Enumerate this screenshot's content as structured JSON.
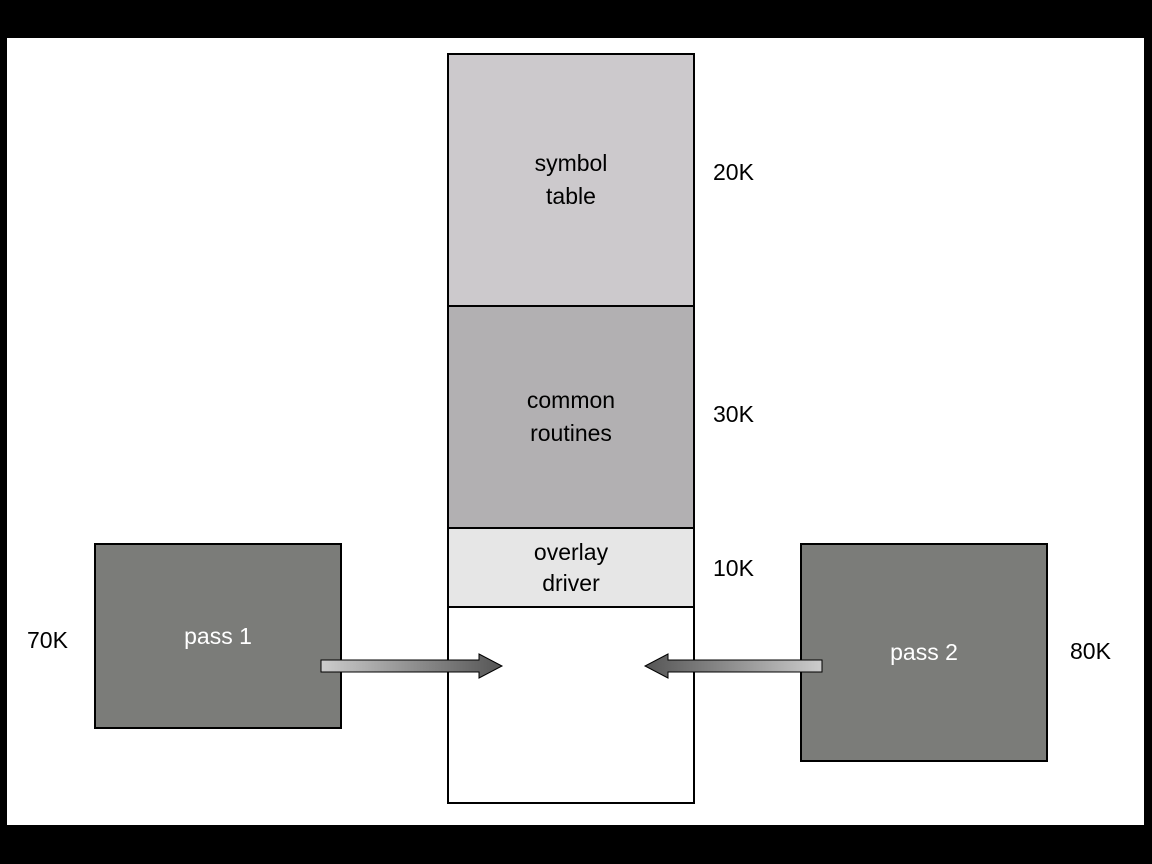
{
  "memory_blocks": {
    "symbol_table": {
      "label": "symbol\ntable",
      "size": "20K",
      "color": "#ccc9cc"
    },
    "common_routines": {
      "label": "common\nroutines",
      "size": "30K",
      "color": "#b2b0b2"
    },
    "overlay_driver": {
      "label": "overlay\ndriver",
      "size": "10K",
      "color": "#e6e6e6"
    },
    "free_area": {
      "color": "#ffffff"
    }
  },
  "passes": {
    "pass1": {
      "label": "pass 1",
      "size": "70K",
      "color": "#7b7c79"
    },
    "pass2": {
      "label": "pass 2",
      "size": "80K",
      "color": "#7b7c79"
    }
  },
  "colors": {
    "background": "#000000",
    "canvas": "#ffffff",
    "arrow_light": "#cccccc",
    "arrow_dark": "#555555"
  }
}
